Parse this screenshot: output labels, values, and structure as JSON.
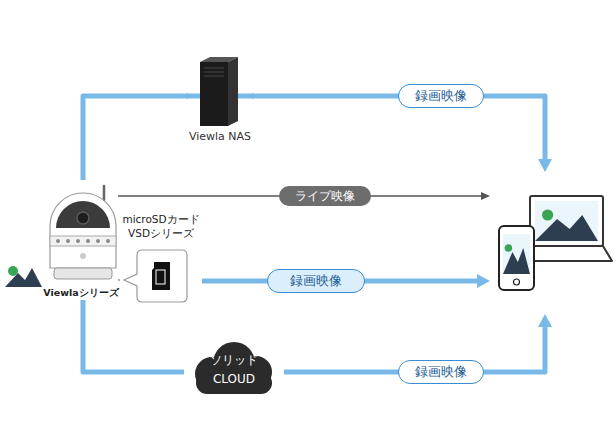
{
  "diagram": {
    "nodes": [
      {
        "text": [
          "Viewla NAS"
        ]
      },
      {
        "text": [
          "Viewlaシリーズ"
        ]
      },
      {
        "text": [
          "microSDカード VSDシリーズ"
        ]
      },
      {
        "text": [
          "ソリッド CLOUD"
        ]
      },
      {
        "text": []
      }
    ],
    "edges": [
      {
        "from": 1,
        "to": 0,
        "arrow": "none"
      },
      {
        "from": 0,
        "to": 4,
        "label": "録画映像",
        "arrow": "to"
      },
      {
        "from": 1,
        "to": 4,
        "label": "ライブ映像",
        "arrow": "to"
      },
      {
        "from": 1,
        "to": 2,
        "arrow": "none"
      },
      {
        "from": 2,
        "to": 4,
        "label": "録画映像",
        "arrow": "to"
      },
      {
        "from": 1,
        "to": 3,
        "arrow": "none"
      },
      {
        "from": 3,
        "to": 4,
        "label": "録画映像",
        "arrow": "to"
      }
    ]
  }
}
